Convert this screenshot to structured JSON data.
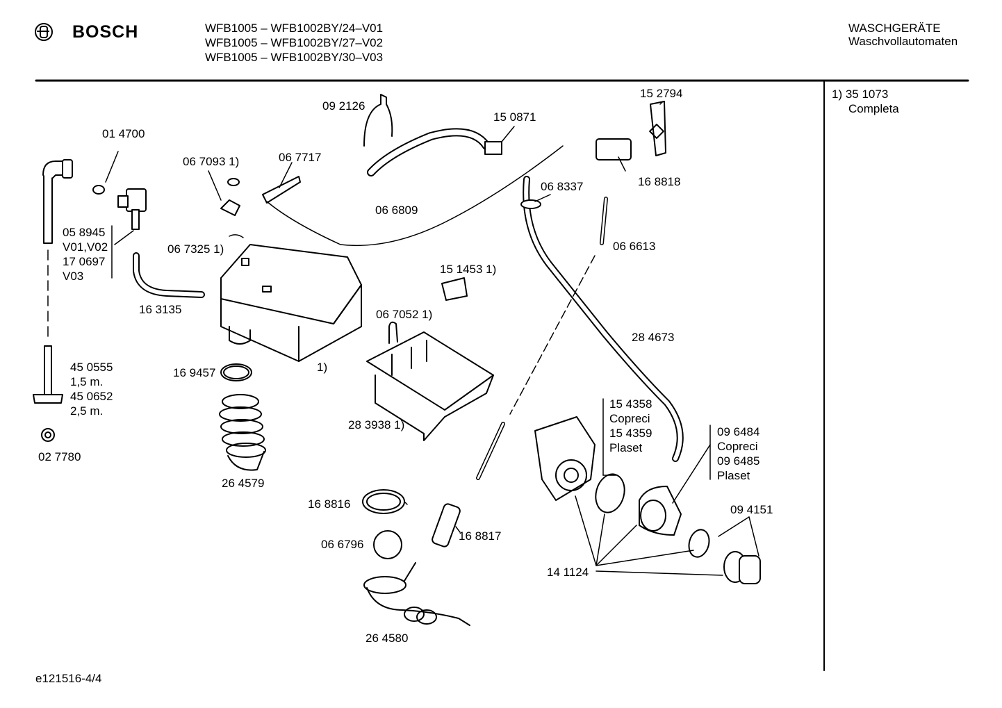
{
  "header": {
    "brand": "BOSCH",
    "models": [
      "WFB1005 – WFB1002BY/24–V01",
      "WFB1005 – WFB1002BY/27–V02",
      "WFB1005 – WFB1002BY/30–V03"
    ],
    "category": "WASCHGERÄTE",
    "subcategory": "Waschvollautomaten"
  },
  "side_note": {
    "line1": "1)  35 1073",
    "line2": "Completa"
  },
  "parts": {
    "p092126": "09 2126",
    "p150871": "15 0871",
    "p152794": "15 2794",
    "p014700": "01 4700",
    "p067093": "06 7093  1)",
    "p067717": "06 7717",
    "p168818": "16 8818",
    "p068337": "06 8337",
    "p066809": "06 6809",
    "p058945": "05 8945",
    "v0102": "V01,V02",
    "p170697": "17 0697",
    "v03": "V03",
    "p067325": "06 7325  1)",
    "p066613": "06 6613",
    "p151453": "15 1453  1)",
    "p163135": "16 3135",
    "p067052": "06 7052  1)",
    "p284673": "28 4673",
    "p450555": "45 0555",
    "len15": "1,5 m.",
    "p450652": "45 0652",
    "len25": "2,5 m.",
    "p169457": "16 9457",
    "mark1": "1)",
    "p283938": "28 3938  1)",
    "p154358": "15 4358",
    "copreci1": "Copreci",
    "p154359": "15 4359",
    "plaset1": "Plaset",
    "p096484": "09 6484",
    "copreci2": "Copreci",
    "p096485": "09 6485",
    "plaset2": "Plaset",
    "p027780": "02 7780",
    "p264579": "26 4579",
    "p168816": "16 8816",
    "p168817": "16 8817",
    "p094151": "09 4151",
    "p066796": "06 6796",
    "p141124": "14 1124",
    "p264580": "26 4580"
  },
  "footer": {
    "code": "e121516-4/4"
  }
}
